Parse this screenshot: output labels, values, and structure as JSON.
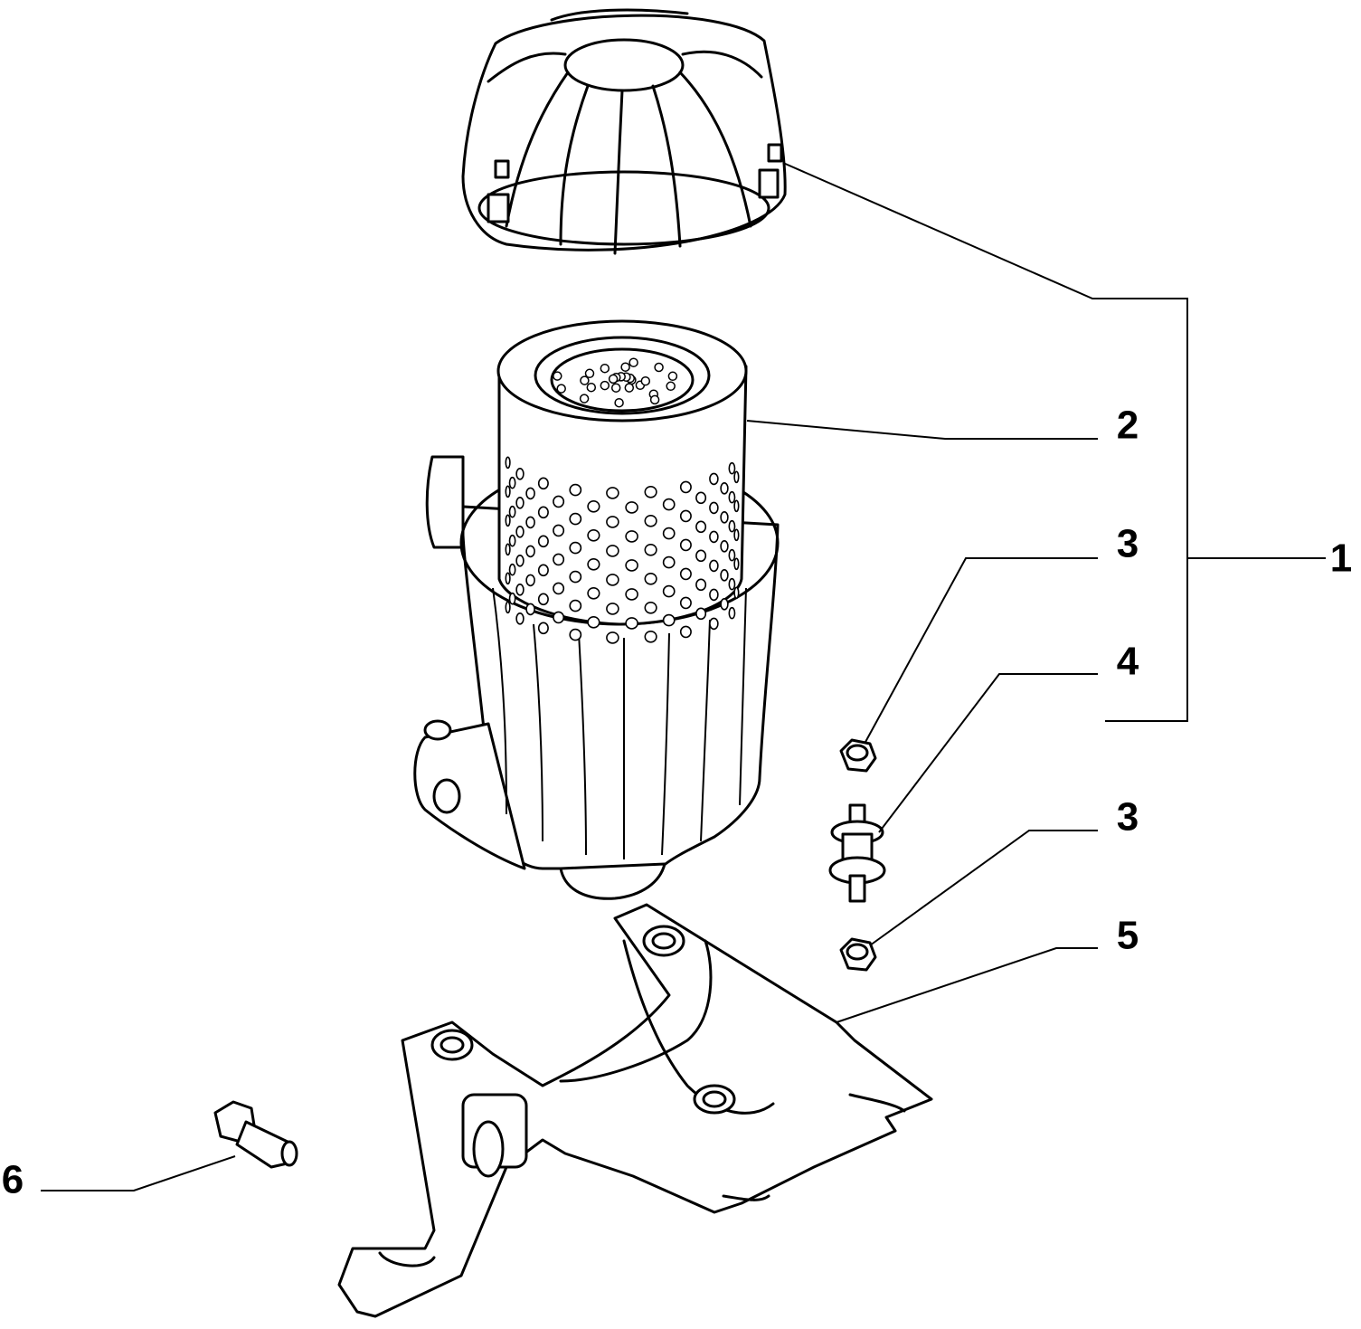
{
  "callouts": [
    {
      "id": "1",
      "label": "1"
    },
    {
      "id": "2",
      "label": "2"
    },
    {
      "id": "3a",
      "label": "3"
    },
    {
      "id": "4",
      "label": "4"
    },
    {
      "id": "3b",
      "label": "3"
    },
    {
      "id": "5",
      "label": "5"
    },
    {
      "id": "6",
      "label": "6"
    }
  ],
  "parts": [
    {
      "id": "cover",
      "callout": "1",
      "icon": "air-filter-cover"
    },
    {
      "id": "element",
      "callout": "2",
      "icon": "filter-element"
    },
    {
      "id": "nut-upper",
      "callout": "3",
      "icon": "hex-nut"
    },
    {
      "id": "mount",
      "callout": "4",
      "icon": "rubber-mount"
    },
    {
      "id": "nut-lower",
      "callout": "3",
      "icon": "hex-nut"
    },
    {
      "id": "bracket",
      "callout": "5",
      "icon": "mounting-bracket"
    },
    {
      "id": "bolt",
      "callout": "6",
      "icon": "bolt"
    }
  ]
}
